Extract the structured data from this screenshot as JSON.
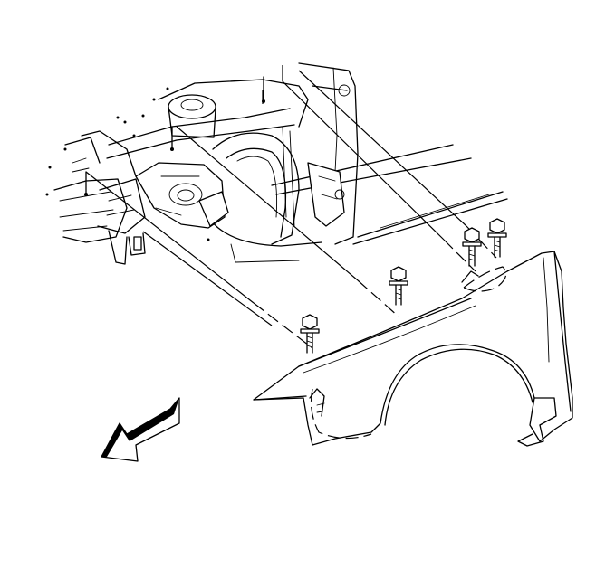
{
  "diagram": {
    "type": "exploded-assembly-illustration",
    "components": [
      "vehicle-front-structure",
      "front-fender",
      "fender-bolt"
    ],
    "bolt_count": 4,
    "direction_arrow": "front-of-vehicle"
  }
}
